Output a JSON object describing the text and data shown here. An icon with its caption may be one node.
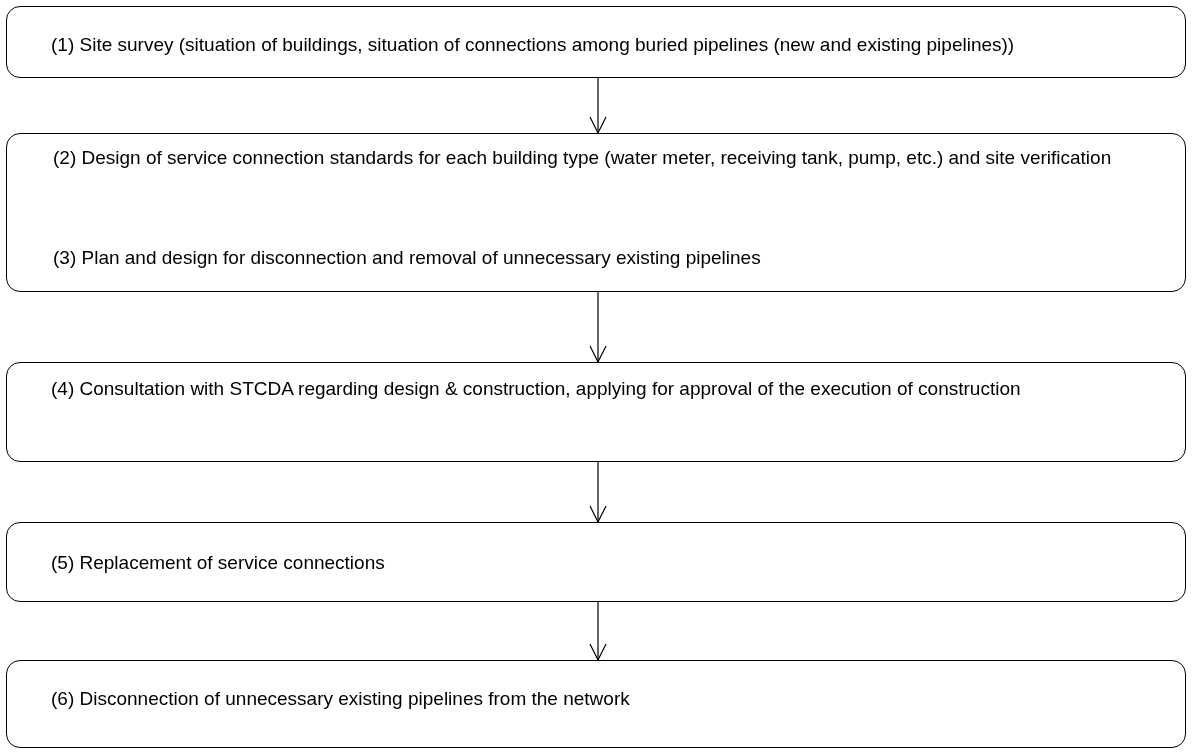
{
  "diagram": {
    "nodes": [
      {
        "text": [
          "(1) Site survey (situation of buildings, situation of connections among buried pipelines (new and existing pipelines))"
        ]
      },
      {
        "text": [
          "(2) Design of service connection standards for each building type (water meter, receiving tank, pump, etc.) and site verification",
          "(3) Plan and design for disconnection and removal of unnecessary existing pipelines"
        ]
      },
      {
        "text": [
          "(4) Consultation with STCDA regarding design & construction, applying for approval of the execution of construction"
        ]
      },
      {
        "text": [
          "(5) Replacement of service connections"
        ]
      },
      {
        "text": [
          "(6) Disconnection of unnecessary existing pipelines from the network"
        ]
      }
    ],
    "edges": [
      {
        "from": 0,
        "to": 1,
        "arrow": "to"
      },
      {
        "from": 1,
        "to": 2,
        "arrow": "to"
      },
      {
        "from": 2,
        "to": 3,
        "arrow": "to"
      },
      {
        "from": 3,
        "to": 4,
        "arrow": "to"
      }
    ]
  }
}
